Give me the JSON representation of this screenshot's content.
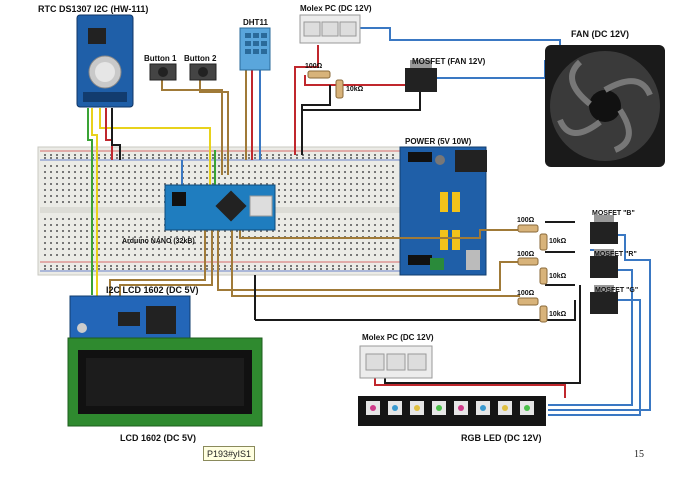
{
  "labels": {
    "rtc": "RTC DS1307 I2C (HW-111)",
    "dht": "DHT11",
    "button1": "Button 1",
    "button2": "Button 2",
    "molex_top": "Molex PC (DC 12V)",
    "molex_bottom": "Molex PC (DC 12V)",
    "fan": "FAN (DC 12V)",
    "mosfet_fan": "MOSFET (FAN 12V)",
    "res_fan_100": "100Ω",
    "res_fan_10k": "10kΩ",
    "power": "POWER (5V 10W)",
    "arduino": "Arduino NANO (32kB)",
    "lcd_i2c": "I2C LCD 1602 (DC 5V)",
    "lcd": "LCD 1602 (DC 5V)",
    "mosfet_b": "MOSFET \"B\"",
    "mosfet_r": "MOSFET \"R\"",
    "mosfet_g": "MOSFET \"G\"",
    "res_b_100": "100Ω",
    "res_b_10k": "10kΩ",
    "res_r_100": "100Ω",
    "res_r_10k": "10kΩ",
    "res_g_100": "100Ω",
    "res_g_10k": "10kΩ",
    "rgb": "RGB LED (DC 12V)"
  },
  "footer": {
    "tag": "P193#yIS1",
    "page_number": "15"
  },
  "colors": {
    "wire_red": "#c0272d",
    "wire_black": "#1a1a1a",
    "wire_blue": "#3a78c3",
    "wire_yellow": "#e8d21c",
    "wire_green": "#3aa335",
    "wire_brown": "#a07a38",
    "pcb_blue": "#1f5fa8",
    "lcd_green": "#2f8a2f",
    "breadboard": "#ebebe6"
  }
}
